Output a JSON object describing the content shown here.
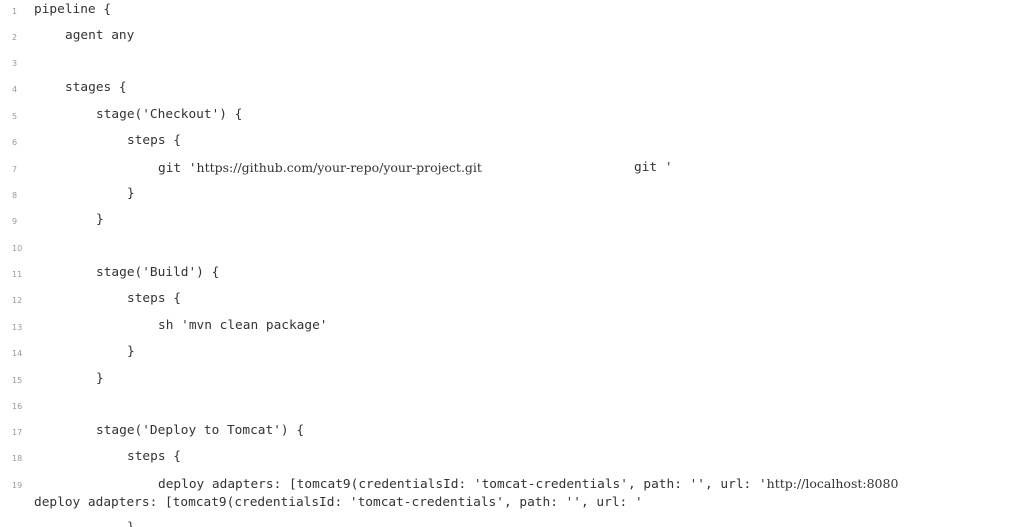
{
  "code": {
    "lines": [
      {
        "n": "1",
        "text": "pipeline {"
      },
      {
        "n": "2",
        "text": "agent any"
      },
      {
        "n": "3",
        "text": ""
      },
      {
        "n": "4",
        "text": "stages {"
      },
      {
        "n": "5",
        "text": "stage('Checkout') {"
      },
      {
        "n": "6",
        "text": "steps {"
      },
      {
        "n": "7",
        "text_prefix": "git '",
        "text_url": "https://github.com/your-repo/your-project.git",
        "text_tail": "git '"
      },
      {
        "n": "8",
        "text": "}"
      },
      {
        "n": "9",
        "text": "}"
      },
      {
        "n": "10",
        "text": ""
      },
      {
        "n": "11",
        "text": "stage('Build') {"
      },
      {
        "n": "12",
        "text": "steps {"
      },
      {
        "n": "13",
        "text": "sh 'mvn clean package'"
      },
      {
        "n": "14",
        "text": "}"
      },
      {
        "n": "15",
        "text": "}"
      },
      {
        "n": "16",
        "text": ""
      },
      {
        "n": "17",
        "text": "stage('Deploy to Tomcat') {"
      },
      {
        "n": "18",
        "text": "steps {"
      },
      {
        "n": "19",
        "text_prefix": "deploy adapters: [tomcat9(credentialsId: 'tomcat-credentials', path: '', url: '",
        "text_url": "http://localhost:8080"
      }
    ],
    "overflow_text": "deploy adapters: [tomcat9(credentialsId: 'tomcat-credentials', path: '', url: '",
    "partial_text": "}"
  }
}
